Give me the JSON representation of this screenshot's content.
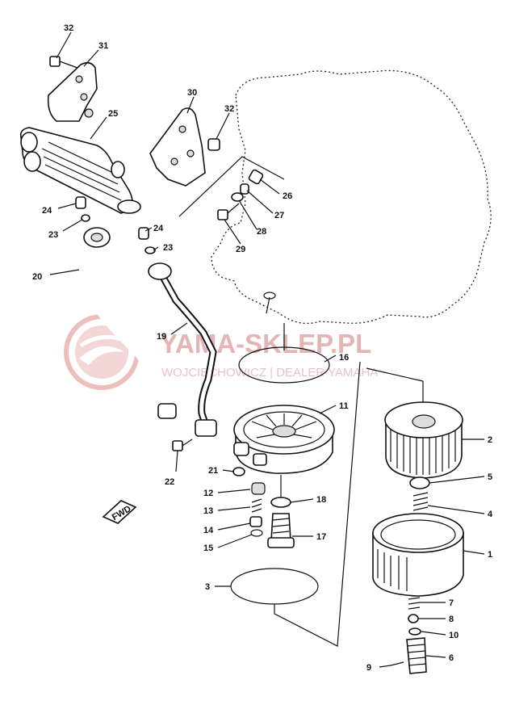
{
  "watermark": {
    "brand": "YAMA-SKLEP.PL",
    "tagline": "WOJCIECHOWICZ | DEALER YAMAHA",
    "accent_color": "#e0a9a9"
  },
  "fwd_label": "FWD",
  "callouts": [
    "32",
    "31",
    "25",
    "30",
    "32",
    "26",
    "27",
    "28",
    "29",
    "24",
    "23",
    "24",
    "23",
    "20",
    "19",
    "16",
    "11",
    "2",
    "5",
    "4",
    "1",
    "21",
    "22",
    "12",
    "13",
    "14",
    "15",
    "18",
    "17",
    "3",
    "7",
    "8",
    "10",
    "6",
    "9"
  ]
}
